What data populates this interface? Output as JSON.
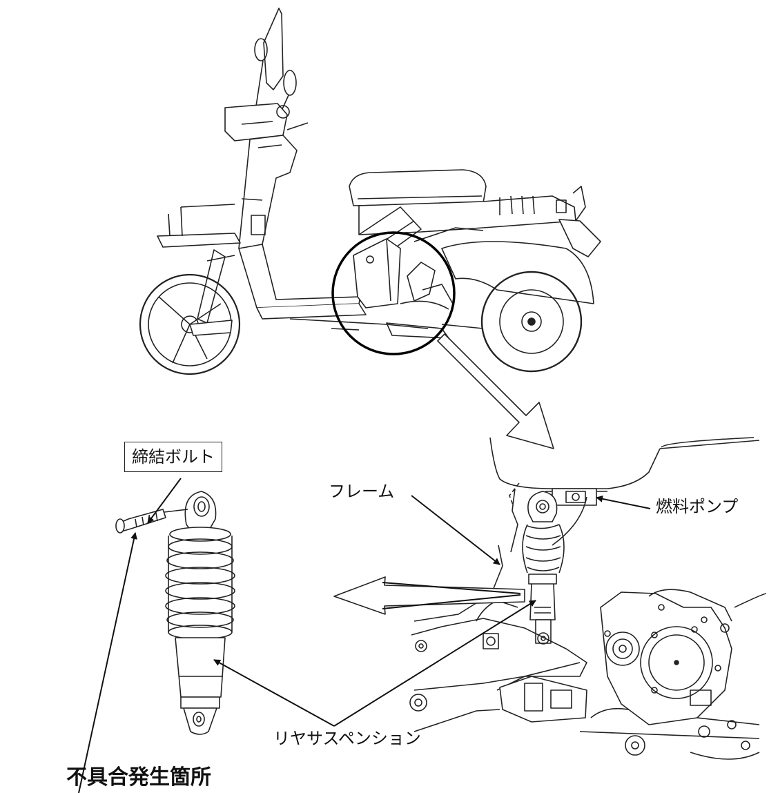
{
  "labels": {
    "bolt": "締結ボルト",
    "frame": "フレーム",
    "fuel_pump": "燃料ポンプ",
    "rear_suspension": "リヤサスペンション",
    "failure_location": "不具合発生箇所"
  }
}
